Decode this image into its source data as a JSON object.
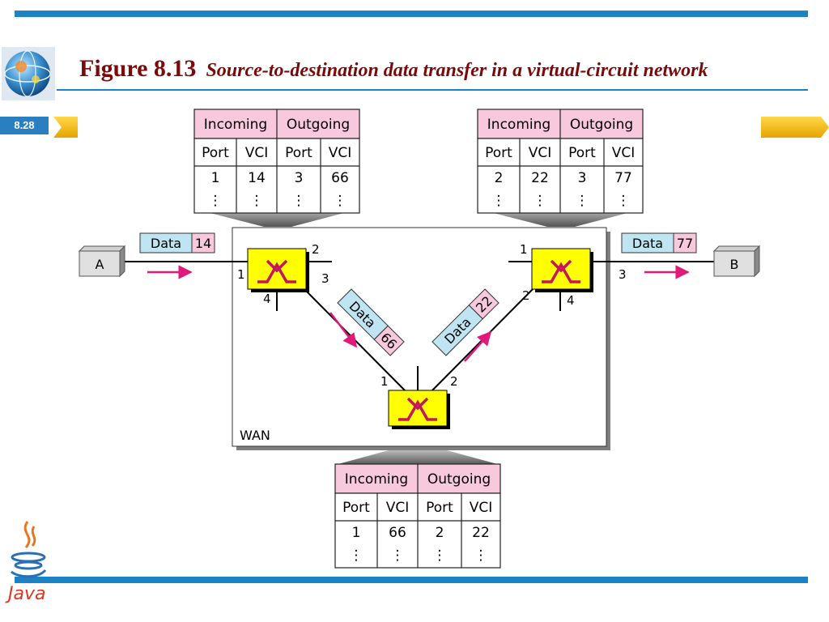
{
  "slide": {
    "page_number": "8.28",
    "figure_label": "Figure 8.13",
    "figure_caption": "Source-to-destination data transfer in a virtual-circuit network",
    "java_logo_text": "Java"
  },
  "colors": {
    "accent_blue": "#1b82c5",
    "title_red": "#7a0a0a",
    "switch_yellow": "#ffff00",
    "switch_symbol": "#c2185b",
    "table_header_pink": "#f8c8dc",
    "packet_data_blue": "#bfe4f2",
    "packet_vci_pink": "#f8c8dc",
    "arrow_magenta": "#e0197a"
  },
  "diagram": {
    "wan_label": "WAN",
    "data_word": "Data",
    "host_a": "A",
    "host_b": "B",
    "table_headers": {
      "incoming": "Incoming",
      "outgoing": "Outgoing",
      "port": "Port",
      "vci": "VCI",
      "continued": "⋮"
    },
    "tables": [
      {
        "name": "switch-1",
        "in_port": "1",
        "in_vci": "14",
        "out_port": "3",
        "out_vci": "66"
      },
      {
        "name": "switch-2",
        "in_port": "2",
        "in_vci": "22",
        "out_port": "3",
        "out_vci": "77"
      },
      {
        "name": "switch-3",
        "in_port": "1",
        "in_vci": "66",
        "out_port": "2",
        "out_vci": "22"
      }
    ],
    "packets": [
      {
        "name": "packet-a",
        "vci": "14"
      },
      {
        "name": "packet-s1-s3",
        "vci": "66"
      },
      {
        "name": "packet-s3-s2",
        "vci": "22"
      },
      {
        "name": "packet-b",
        "vci": "77"
      }
    ],
    "port_labels": {
      "s1_p1": "1",
      "s1_p2": "2",
      "s1_p3": "3",
      "s1_p4": "4",
      "s2_p1": "1",
      "s2_p2": "2",
      "s2_p3": "3",
      "s2_p4": "4",
      "s3_p1": "1",
      "s3_p2": "2"
    }
  }
}
